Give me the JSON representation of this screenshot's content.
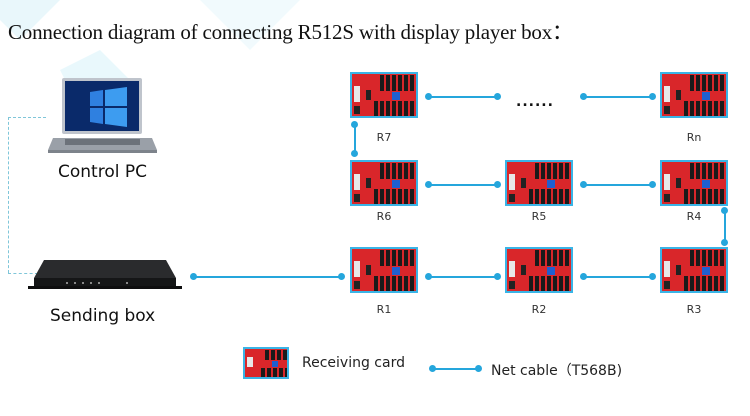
{
  "title": "Connection diagram of connecting R512S with display player box：",
  "colors": {
    "cable": "#25a6dc",
    "card_border": "#3ab4e6",
    "card_fill": "#d9262a",
    "dashed_link": "#7fc6d9"
  },
  "devices": {
    "control_pc": {
      "label": "Control PC",
      "icon": "laptop-icon"
    },
    "sending_box": {
      "label": "Sending box",
      "icon": "sending-box-icon"
    }
  },
  "cards": {
    "r7": "R7",
    "rn": "Rn",
    "r6": "R6",
    "r5": "R5",
    "r4": "R4",
    "r1": "R1",
    "r2": "R2",
    "r3": "R3"
  },
  "ellipsis": "......",
  "legend": {
    "receiving_card": "Receiving card",
    "net_cable": "Net cable（T568B)"
  }
}
